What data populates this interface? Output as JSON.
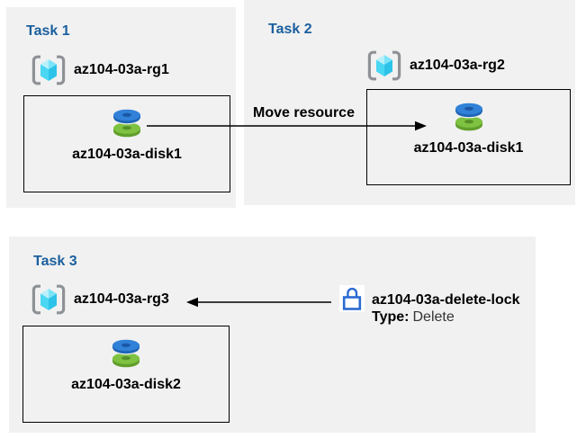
{
  "colors": {
    "panel_bg": "#f1f1f1",
    "task_title_blue": "#1a5f9e",
    "arrow_black": "#000000",
    "box_border": "#000000",
    "lock_blue": "#2b6bd2",
    "bracket_gray": "#8e9196",
    "cube_cyan_light": "#b8f0fb",
    "cube_cyan": "#4ad7f3",
    "cube_cyan_dark": "#2dc3e8",
    "disk_blue": "#3181d8",
    "disk_blue_dark": "#1f64b4",
    "disk_green": "#7fc241",
    "disk_green_dark": "#619f2c"
  },
  "icons": {
    "resource_group": "azure-resource-group-icon",
    "disk": "azure-managed-disk-icon",
    "lock": "azure-resource-lock-icon"
  },
  "tasks": [
    {
      "title": "Task 1",
      "resource_group": "az104-03a-rg1",
      "resource": "az104-03a-disk1"
    },
    {
      "title": "Task 2",
      "resource_group": "az104-03a-rg2",
      "resource": "az104-03a-disk1"
    },
    {
      "title": "Task 3",
      "resource_group": "az104-03a-rg3",
      "resource": "az104-03a-disk2"
    }
  ],
  "arrows": {
    "move_label": "Move resource"
  },
  "lock": {
    "name": "az104-03a-delete-lock",
    "type_label": "Type:",
    "type_value": "Delete"
  }
}
